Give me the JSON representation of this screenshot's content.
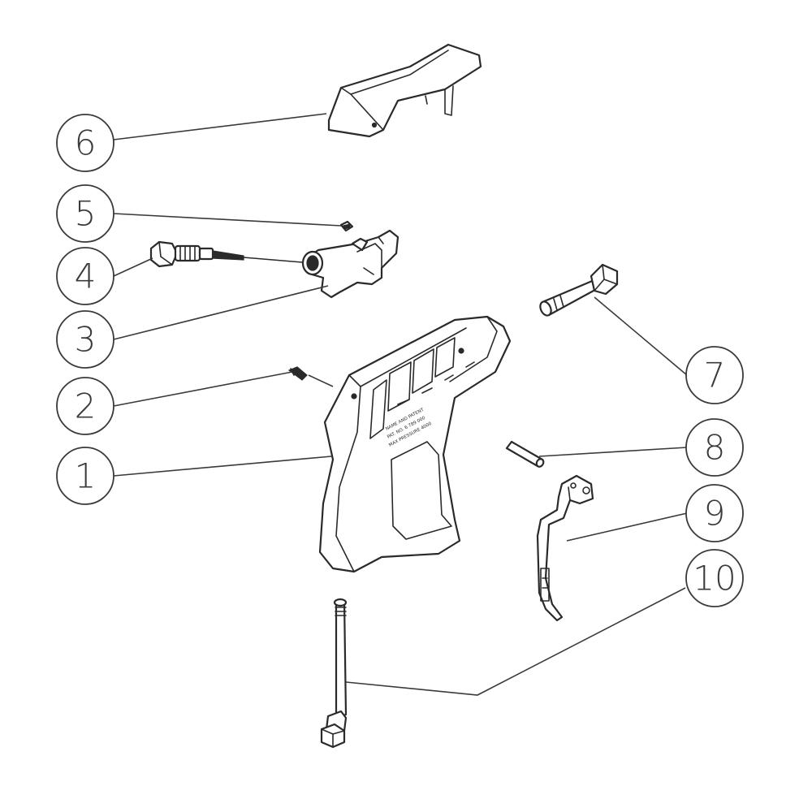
{
  "callouts": [
    {
      "id": "1",
      "label": "1"
    },
    {
      "id": "2",
      "label": "2"
    },
    {
      "id": "3",
      "label": "3"
    },
    {
      "id": "4",
      "label": "4"
    },
    {
      "id": "5",
      "label": "5"
    },
    {
      "id": "6",
      "label": "6"
    },
    {
      "id": "7",
      "label": "7"
    },
    {
      "id": "8",
      "label": "8"
    },
    {
      "id": "9",
      "label": "9"
    },
    {
      "id": "10",
      "label": "10"
    }
  ],
  "colors": {
    "line": "#2a2a2a",
    "background": "#ffffff"
  }
}
